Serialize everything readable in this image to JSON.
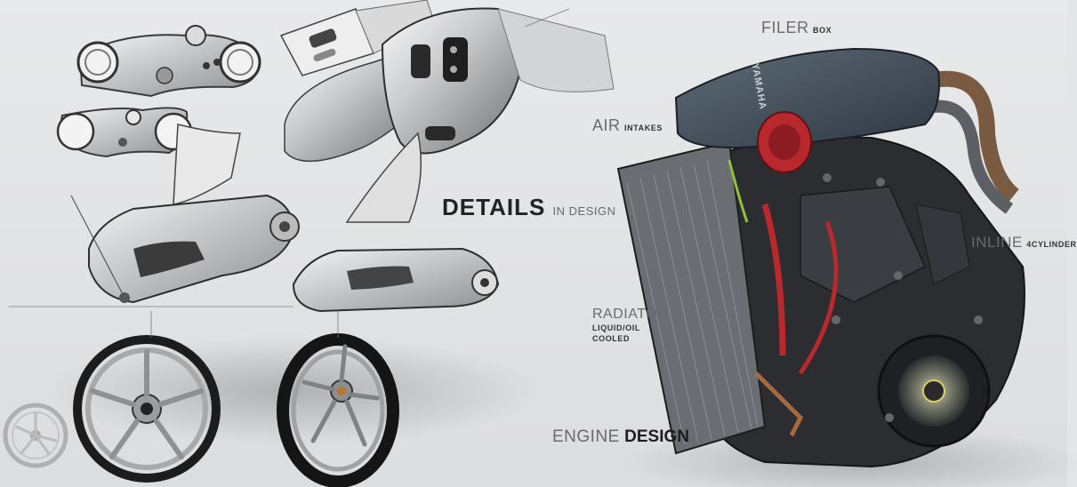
{
  "headline": {
    "main": "DETAILS",
    "sub": "IN DESIGN"
  },
  "footer": {
    "thin": "ENGINE",
    "bold": "DESIGN"
  },
  "callouts": {
    "filter": {
      "main": "FILER",
      "sub": "BOX"
    },
    "air": {
      "main": "AIR",
      "sub": "INTAKES"
    },
    "inline": {
      "main": "INLINE",
      "sub": "4CYLINDER"
    },
    "radiator": {
      "main": "RADIATOR",
      "line1": "LIQUID/OIL",
      "line2": "COOLED"
    }
  },
  "brand": {
    "airbox_logo": "YAMAHA"
  },
  "colors": {
    "background": "#e3e4e5",
    "engine_dark": "#2b2d30",
    "airbox": "#4d5a66",
    "accent_red": "#b8282d",
    "hose_green": "#8fc23a",
    "copper": "#a86a3c"
  }
}
